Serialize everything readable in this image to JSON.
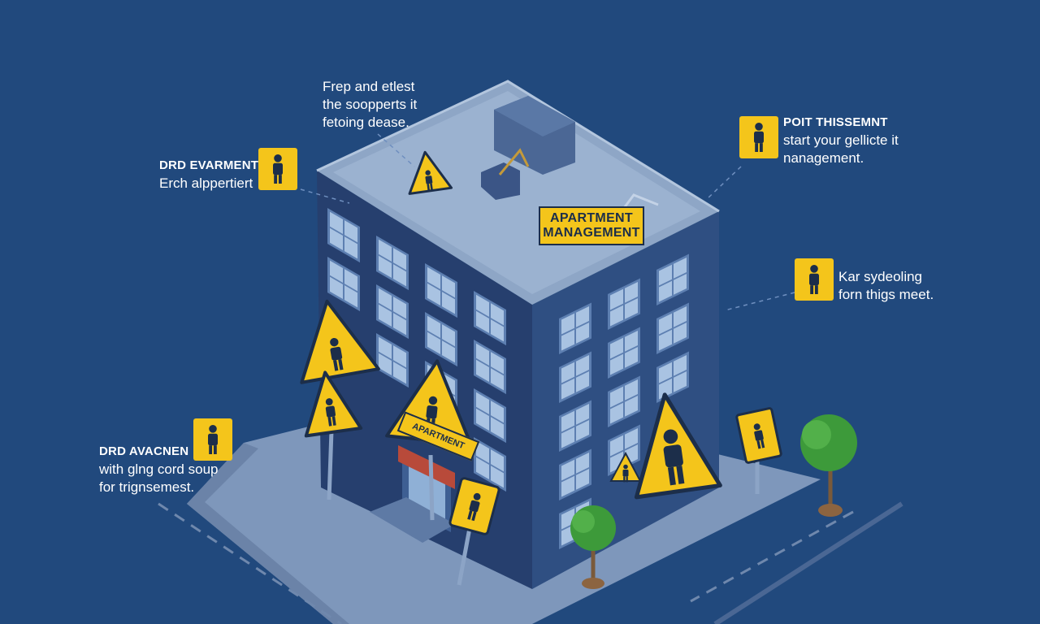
{
  "roof_sign": {
    "line1": "APARTMENT",
    "line2": "MANAGEMENT"
  },
  "callouts": {
    "top_center": {
      "line1": "Frep and etlest",
      "line2": "the soopperts it",
      "line3": "fetoing dease."
    },
    "left_upper": {
      "title": "DRD EVARMENT",
      "text": "Erch alppertiert"
    },
    "right_upper": {
      "title": "POIT THISSEMNT",
      "line1": "start your gellicte it",
      "line2": "nanagement."
    },
    "right_middle": {
      "line1": "Kar sydeoling",
      "line2": "forn thigs meet."
    },
    "left_lower": {
      "title": "DRD AVACNEN",
      "line1": "with glng cord soup",
      "line2": "for trignsemest."
    }
  },
  "entrance_sign": "APARTMENT",
  "colors": {
    "background": "#21497d",
    "building_front": "#263f6e",
    "building_side": "#2f4f82",
    "roof": "#8ea6c6",
    "ground": "#7e97bb",
    "sign_yellow": "#f4c51b",
    "tree_green": "#3d9a3a"
  },
  "icons": [
    "person-icon",
    "warning-sign-icon",
    "tree-icon"
  ]
}
